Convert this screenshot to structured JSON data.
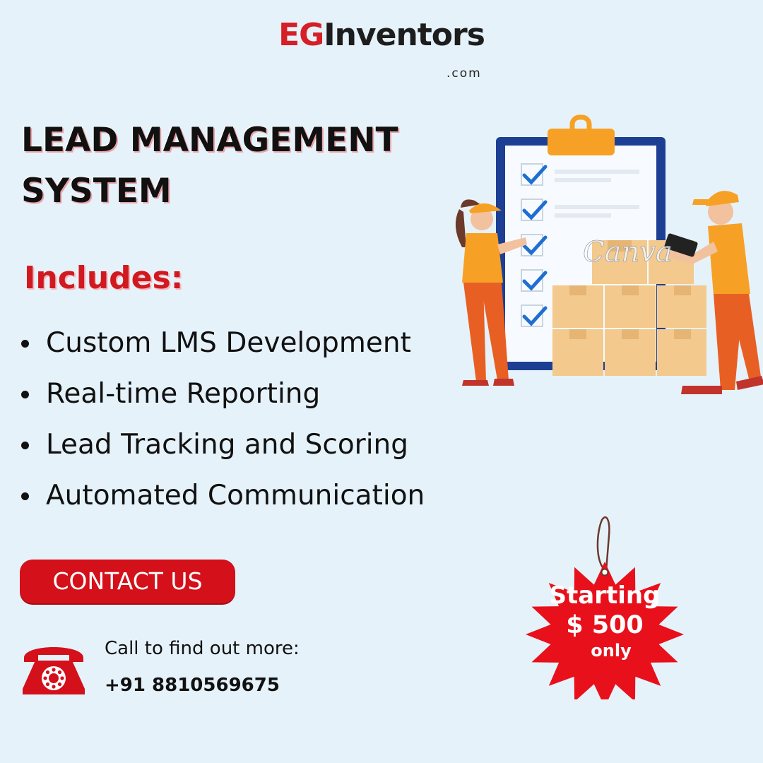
{
  "brand": {
    "eg": "EG",
    "inventors": "Inventors",
    "domain": ".com"
  },
  "headline": {
    "line1": "LEAD MANAGEMENT",
    "line2": "SYSTEM"
  },
  "includes_label": "Includes:",
  "features": [
    "Custom LMS Development",
    "Real-time Reporting",
    "Lead Tracking and Scoring",
    "Automated Communication"
  ],
  "cta": {
    "label": "CONTACT US"
  },
  "call": {
    "prompt": "Call to find out more:",
    "number": "+91 8810569675"
  },
  "price": {
    "line1": "Starting",
    "line2": "$ 500",
    "line3": "only"
  },
  "watermark": "Canva",
  "colors": {
    "brand_red": "#d4101a",
    "background": "#e6f2fa",
    "text": "#111111",
    "orange": "#f6a125"
  },
  "icons": [
    "telephone-icon",
    "price-tag-icon",
    "checkmark-icon",
    "clipboard-illustration"
  ]
}
